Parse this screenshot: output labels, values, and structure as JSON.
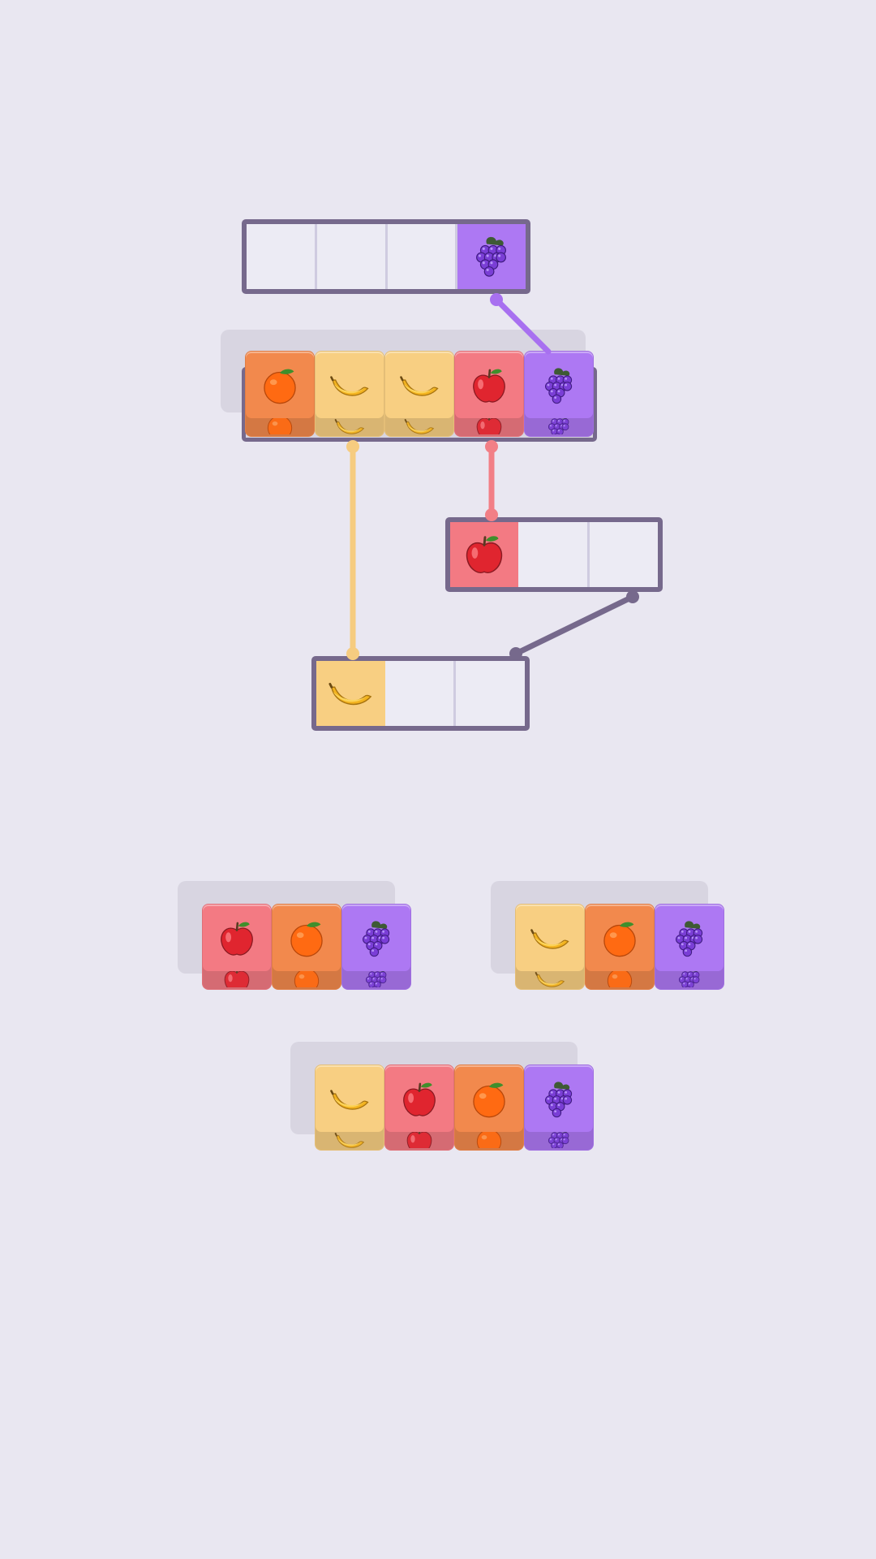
{
  "colors": {
    "background": "#e9e7f1",
    "frame": "#76698c",
    "orange": "#f2894d",
    "banana": "#f8cf82",
    "apple": "#f37a83",
    "grape": "#ad78f3",
    "link_grape": "#a870f0",
    "link_banana": "#f6cc80",
    "link_apple": "#f27f86",
    "link_frame": "#76698c"
  },
  "slot_frames": [
    {
      "id": "frame-1",
      "capacity": 4,
      "contents": [
        "empty",
        "empty",
        "empty",
        "grape"
      ]
    },
    {
      "id": "frame-2",
      "capacity": 3,
      "contents": [
        "apple",
        "empty",
        "empty"
      ]
    },
    {
      "id": "frame-3",
      "capacity": 3,
      "contents": [
        "banana",
        "empty",
        "empty"
      ]
    }
  ],
  "tray_row": [
    "orange",
    "banana",
    "banana",
    "apple",
    "grape"
  ],
  "tile_groups": [
    {
      "id": "group-1",
      "tiles": [
        "apple",
        "orange",
        "grape"
      ]
    },
    {
      "id": "group-2",
      "tiles": [
        "banana",
        "orange",
        "grape"
      ]
    },
    {
      "id": "group-3",
      "tiles": [
        "banana",
        "apple",
        "orange",
        "grape"
      ]
    }
  ],
  "icons": {
    "apple": "apple-icon",
    "orange": "orange-icon",
    "banana": "banana-icon",
    "grape": "grape-icon"
  }
}
